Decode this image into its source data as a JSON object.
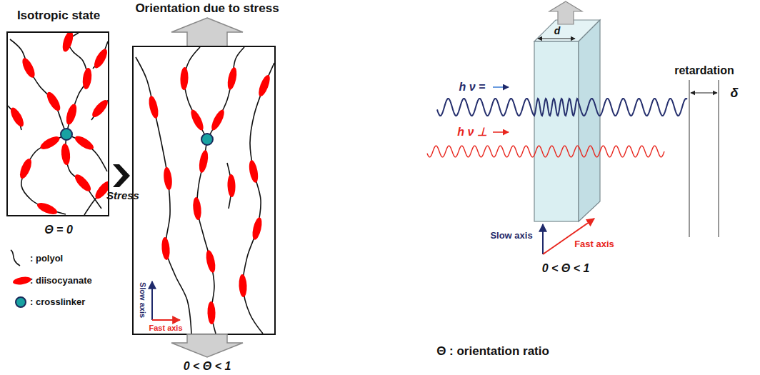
{
  "diagram": {
    "labels": [
      "Isotropic state",
      "Orientation due to stress",
      "retardation",
      "Stress",
      "Slow axis",
      "Fast axis",
      "h ν =",
      "h ν ⊥",
      "d",
      "δ",
      "Slow axis",
      "Fast axis",
      "Θ = 0",
      "0 < Θ < 1",
      "0 < Θ < 1",
      "Θ : orientation ratio"
    ],
    "legend": [
      {
        "text": ": polyol"
      },
      {
        "text": ": diisocyanate"
      },
      {
        "text": ": crosslinker"
      }
    ]
  }
}
